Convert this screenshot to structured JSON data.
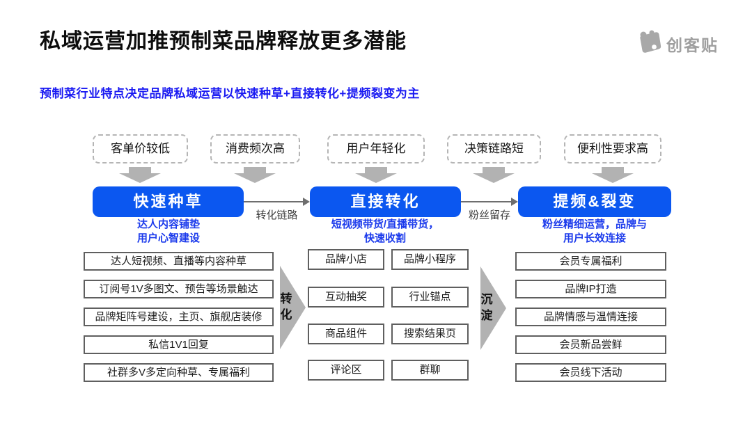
{
  "title": "私域运营加推预制菜品牌释放更多潜能",
  "subtitle": "预制菜行业特点决定品牌私域运营以快速种草+直接转化+提频裂变为主",
  "logo": {
    "brand": "创客贴"
  },
  "traits": [
    "客单价较低",
    "消费频次高",
    "用户年轻化",
    "决策链路短",
    "便利性要求高"
  ],
  "flow_labels": [
    "转化链路",
    "粉丝留存"
  ],
  "transition_labels": [
    "转化",
    "沉淀"
  ],
  "stages": [
    {
      "title": "快速种草",
      "desc_line1": "达人内容铺垫",
      "desc_line2": "用户心智建设",
      "items": [
        "达人短视频、直播等内容种草",
        "订阅号1V多图文、预告等场景触达",
        "品牌矩阵号建设，主页、旗舰店装修",
        "私信1V1回复",
        "社群多V多定向种草、专属福利"
      ]
    },
    {
      "title": "直接转化",
      "desc_line1": "短视频带货/直播带货，",
      "desc_line2": "快速收割",
      "grid_left": [
        "品牌小店",
        "互动抽奖",
        "商品组件",
        "评论区"
      ],
      "grid_right": [
        "品牌小程序",
        "行业锚点",
        "搜索结果页",
        "群聊"
      ]
    },
    {
      "title": "提频&裂变",
      "desc_line1": "粉丝精细运营，品牌与",
      "desc_line2": "用户长效连接",
      "items": [
        "会员专属福利",
        "品牌IP打造",
        "品牌情感与温情连接",
        "会员新品尝鲜",
        "会员线下活动"
      ]
    }
  ],
  "colors": {
    "header_blue": "#0b57f0",
    "subtitle_blue": "#1a1af2",
    "desc_blue": "#1c3bec",
    "gray_arrow": "#b2b2b2"
  }
}
